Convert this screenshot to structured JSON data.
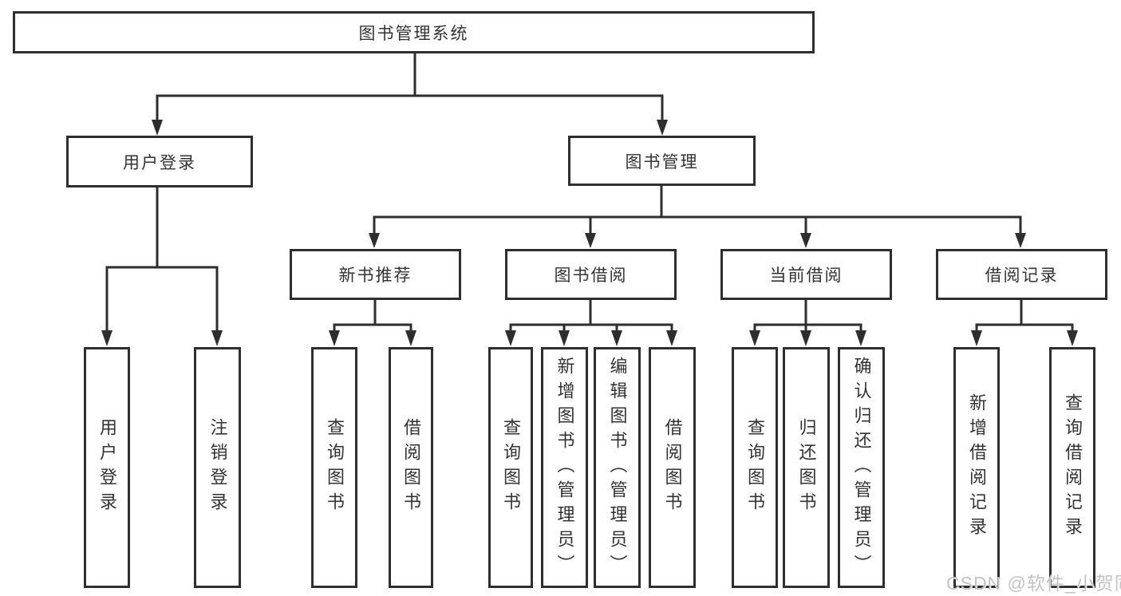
{
  "diagram": {
    "root": "图书管理系统",
    "branches": [
      {
        "label": "用户登录",
        "leaves": [
          "用户登录",
          "注销登录"
        ]
      },
      {
        "label": "图书管理",
        "sections": [
          {
            "label": "新书推荐",
            "leaves": [
              "查询图书",
              "借阅图书"
            ]
          },
          {
            "label": "图书借阅",
            "leaves": [
              "查询图书",
              "新增图书（管理员）",
              "编辑图书（管理员）",
              "借阅图书"
            ]
          },
          {
            "label": "当前借阅",
            "leaves": [
              "查询图书",
              "归还图书",
              "确认归还（管理员）"
            ]
          },
          {
            "label": "借阅记录",
            "leaves": [
              "新增借阅记录",
              "查询借阅记录"
            ]
          }
        ]
      }
    ]
  },
  "watermark": "CSDN @软件_小贺同学",
  "colors": {
    "line": "#2e2e2e",
    "box_border": "#2e2e2e",
    "text": "#333333",
    "watermark": "#c3c3c3",
    "background": "#ffffff"
  }
}
